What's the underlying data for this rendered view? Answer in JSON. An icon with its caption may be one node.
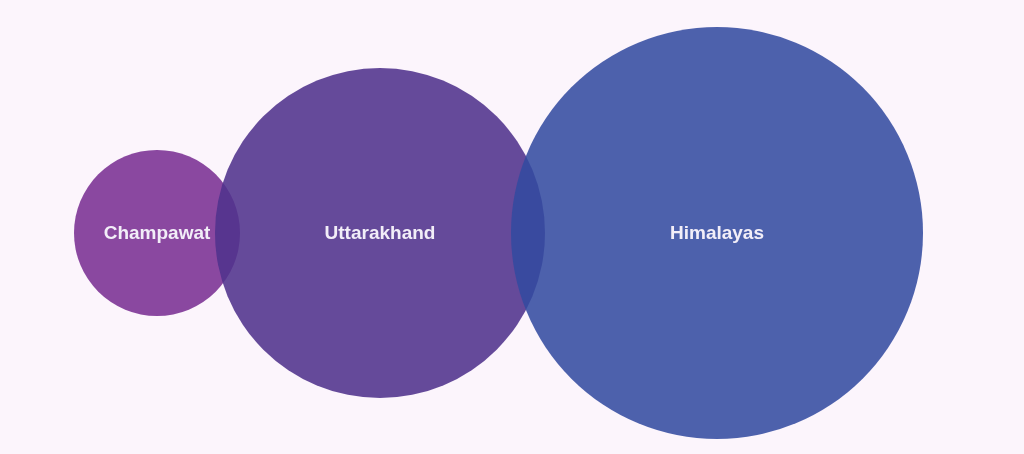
{
  "diagram": {
    "nodes": [
      {
        "text": [
          "Champawat"
        ]
      },
      {
        "text": [
          "Uttarakhand"
        ]
      },
      {
        "text": [
          "Himalayas"
        ]
      }
    ]
  }
}
